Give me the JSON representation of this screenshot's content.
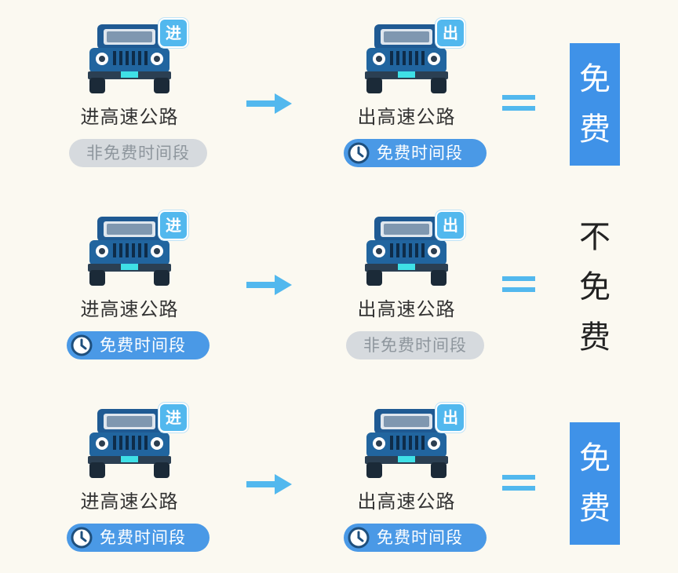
{
  "colors": {
    "background": "#fbf9f1",
    "accent_blue": "#52b8ee",
    "free_pill_blue": "#4a99e6",
    "result_blue": "#3f92e8",
    "gray_pill": "#d6dade",
    "car_body": "#1f5a93"
  },
  "icons": {
    "car": "jeep-front-icon",
    "clock": "clock-icon",
    "arrow": "arrow-right-icon",
    "equals": "equals-icon"
  },
  "rows": [
    {
      "entry": {
        "badge": "进",
        "caption": "进高速公路",
        "period": "非免费时间段",
        "period_free": false
      },
      "exit": {
        "badge": "出",
        "caption": "出高速公路",
        "period": "免费时间段",
        "period_free": true
      },
      "result": {
        "chars": [
          "免",
          "费"
        ],
        "free": true
      }
    },
    {
      "entry": {
        "badge": "进",
        "caption": "进高速公路",
        "period": "免费时间段",
        "period_free": true
      },
      "exit": {
        "badge": "出",
        "caption": "出高速公路",
        "period": "非免费时间段",
        "period_free": false
      },
      "result": {
        "chars": [
          "不",
          "免",
          "费"
        ],
        "free": false
      }
    },
    {
      "entry": {
        "badge": "进",
        "caption": "进高速公路",
        "period": "免费时间段",
        "period_free": true
      },
      "exit": {
        "badge": "出",
        "caption": "出高速公路",
        "period": "免费时间段",
        "period_free": true
      },
      "result": {
        "chars": [
          "免",
          "费"
        ],
        "free": true
      }
    }
  ]
}
